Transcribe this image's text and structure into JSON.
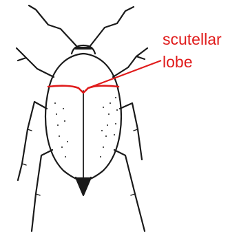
{
  "annotation": {
    "line1": "scutellar",
    "line2": "lobe",
    "color": "#e01b1b"
  },
  "figure": {
    "subject": "beetle-dorsal-view",
    "ink_color": "#1a1a1a",
    "highlight_color": "#e01b1b"
  }
}
